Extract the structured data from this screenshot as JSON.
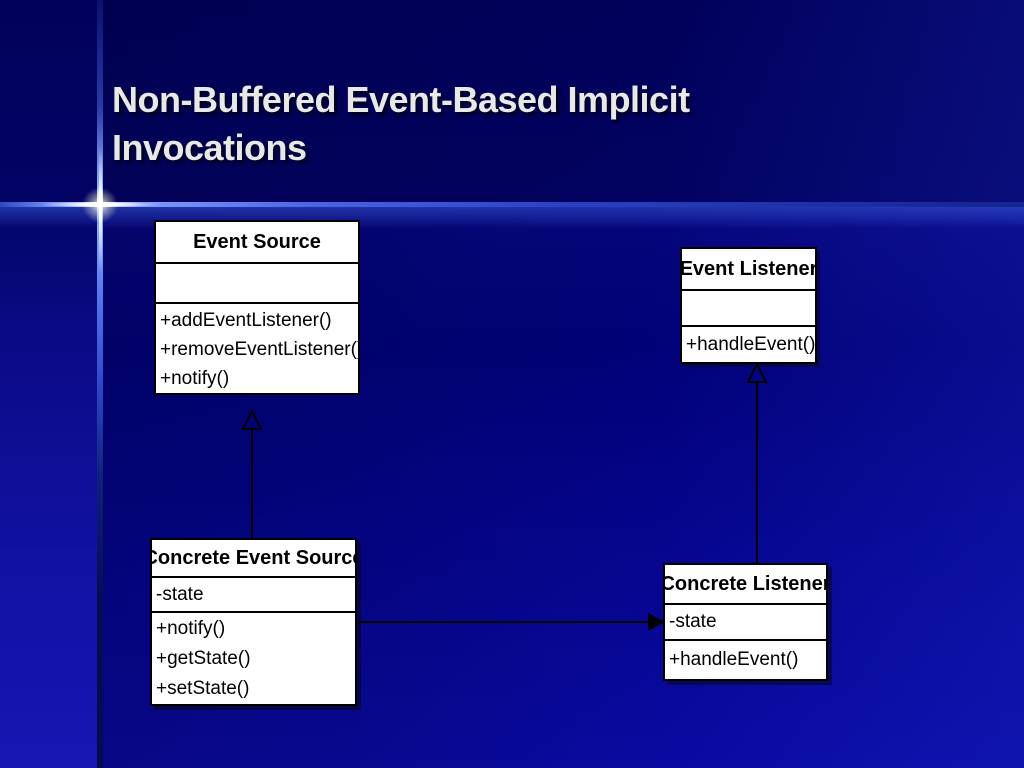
{
  "slide": {
    "title_line1": "Non-Buffered Event-Based Implicit",
    "title_line2": "Invocations"
  },
  "diagram": {
    "classes": [
      {
        "name": "Event Source",
        "attributes": [],
        "methods": [
          "+addEventListener()",
          "+removeEventListener()",
          "+notify()"
        ]
      },
      {
        "name": "Event Listener",
        "attributes": [],
        "methods": [
          "+handleEvent()"
        ]
      },
      {
        "name": "Concrete Event Source",
        "attributes": [
          "-state"
        ],
        "methods": [
          "+notify()",
          "+getState()",
          "+setState()"
        ]
      },
      {
        "name": "Concrete Listener",
        "attributes": [
          "-state"
        ],
        "methods": [
          "+handleEvent()"
        ]
      }
    ],
    "relations": [
      {
        "type": "generalization",
        "from": "Concrete Event Source",
        "to": "Event Source"
      },
      {
        "type": "generalization",
        "from": "Concrete Listener",
        "to": "Event Listener"
      },
      {
        "type": "directed-association",
        "from": "Concrete Event Source",
        "to": "Concrete Listener"
      }
    ]
  },
  "colors": {
    "background_top": "#00005A",
    "background_bottom": "#0A0AA2",
    "left_band_bottom": "#1616B4",
    "accent_line_core": "#FFFFFF",
    "accent_line_blue": "#5578F0",
    "box_fill": "#FFFFFF",
    "box_border": "#000000",
    "title_color": "#E8E8E6"
  }
}
